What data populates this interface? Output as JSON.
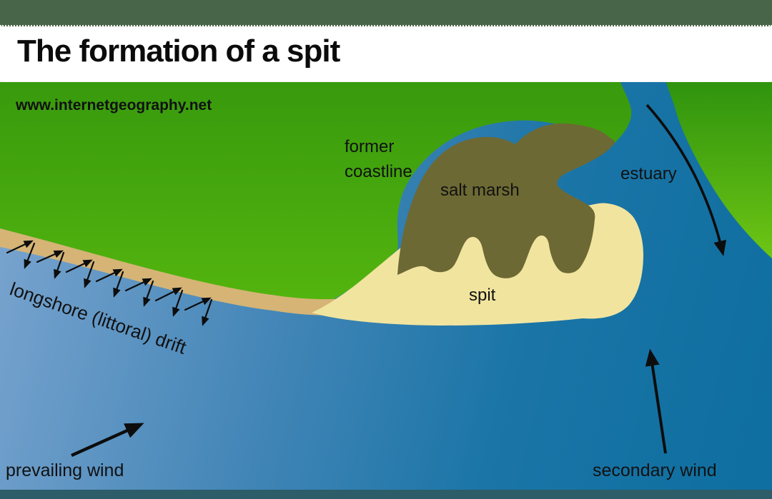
{
  "title": "The formation of a spit",
  "watermark": "www.internetgeography.net",
  "labels": {
    "former_coastline_line1": "former",
    "former_coastline_line2": "coastline",
    "salt_marsh": "salt marsh",
    "estuary": "estuary",
    "spit": "spit",
    "longshore_drift": "longshore (littoral) drift",
    "prevailing_wind": "prevailing wind",
    "secondary_wind": "secondary wind"
  },
  "colors": {
    "header_bar": "#486549",
    "footer_bar": "#2c5d69",
    "title_text": "#0b0b0b",
    "land_green_dark": "#389a0d",
    "land_green_mid": "#55b60e",
    "land_green_bright": "#6fc614",
    "sea_left": "#7aa4cf",
    "sea_mid": "#4386b7",
    "sea_right": "#0f6fa0",
    "beach_sand": "#d5b476",
    "spit_sand": "#f1e49f",
    "salt_marsh": "#6d6934",
    "arrow_black": "#0d0d0d"
  }
}
